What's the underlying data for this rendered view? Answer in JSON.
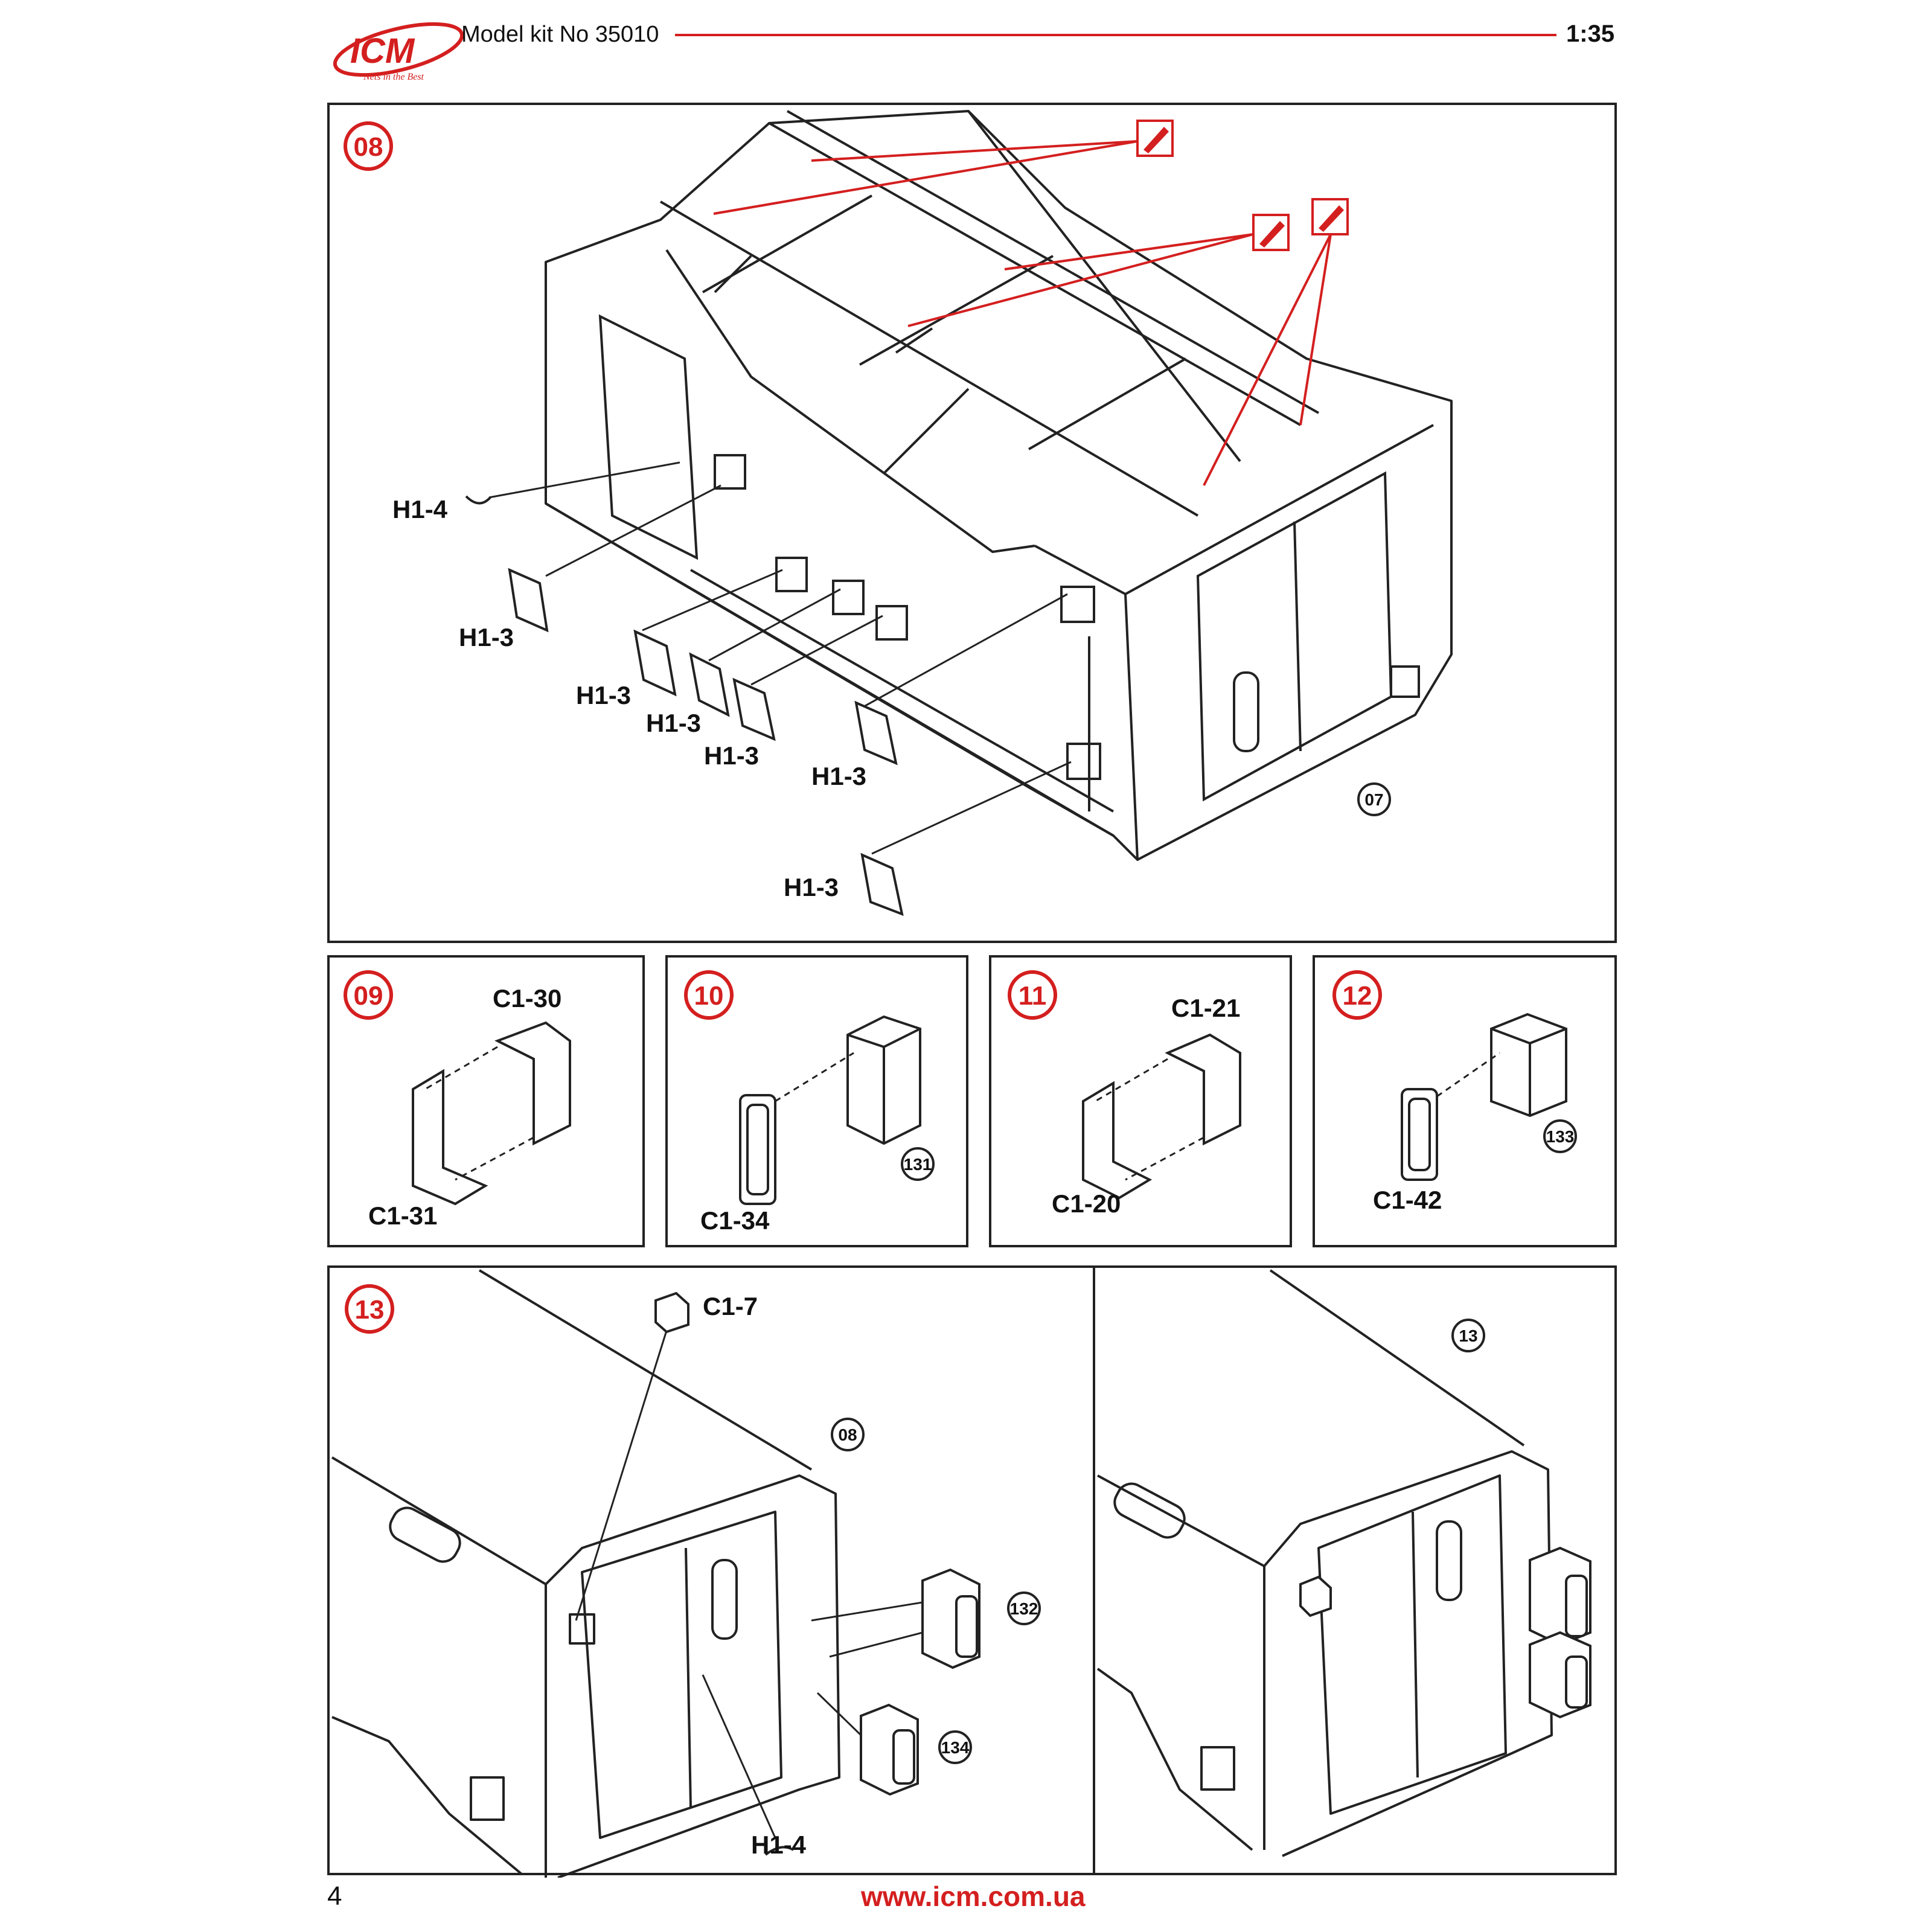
{
  "header": {
    "logo_text": "ICM",
    "logo_tagline": "Nets in the Best",
    "title": "Model kit No 35010",
    "scale": "1:35"
  },
  "step08": {
    "number": "08",
    "ref": "07",
    "labels": [
      "H1-4",
      "H1-3",
      "H1-3",
      "H1-3",
      "H1-3",
      "H1-3",
      "H1-3"
    ]
  },
  "step09": {
    "number": "09",
    "labels": [
      "C1-30",
      "C1-31"
    ]
  },
  "step10": {
    "number": "10",
    "labels": [
      "C1-34"
    ],
    "ref": "131"
  },
  "step11": {
    "number": "11",
    "labels": [
      "C1-21",
      "C1-20"
    ]
  },
  "step12": {
    "number": "12",
    "labels": [
      "C1-42"
    ],
    "ref": "133"
  },
  "step13": {
    "number": "13",
    "labels": [
      "C1-7",
      "H1-4"
    ],
    "refs": [
      "08",
      "132",
      "134"
    ],
    "result_ref": "13"
  },
  "footer": {
    "page_number": "4",
    "url": "www.icm.com.ua"
  },
  "colors": {
    "accent": "#d41f1f",
    "line": "#222222"
  }
}
